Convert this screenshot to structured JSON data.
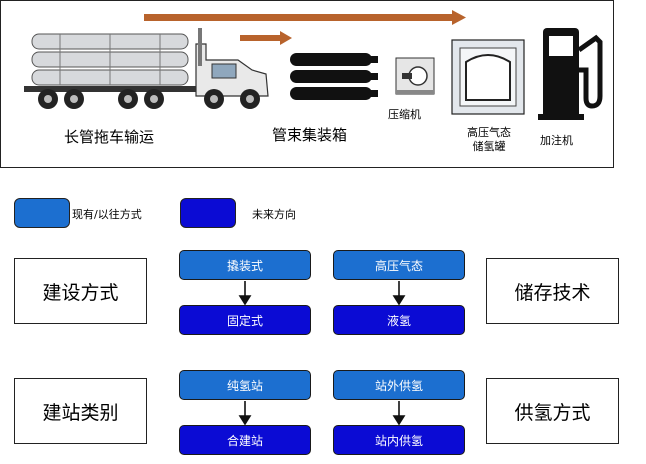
{
  "flow": {
    "labels": {
      "tube_trailer": "长管拖车输运",
      "bundle_container": "管束集装箱",
      "compressor": "压缩机",
      "storage_line1": "高压气态",
      "storage_line2": "储氢罐",
      "dispenser": "加注机"
    }
  },
  "legend": {
    "current": "现有/以往方式",
    "future": "未来方向"
  },
  "categories": [
    {
      "label": "建设方式",
      "from": "撬装式",
      "to": "固定式"
    },
    {
      "label": "储存技术",
      "from": "高压气态",
      "to": "液氢"
    },
    {
      "label": "建站类别",
      "from": "纯氢站",
      "to": "合建站"
    },
    {
      "label": "供氢方式",
      "from": "站外供氢",
      "to": "站内供氢"
    }
  ],
  "colors": {
    "current": "#1c6fd0",
    "future": "#0b0bd4",
    "arrow": "#b8632c"
  }
}
